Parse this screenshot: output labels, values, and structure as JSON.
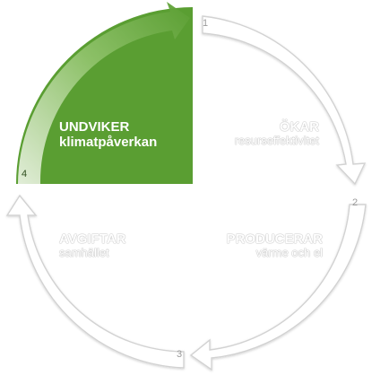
{
  "steps": [
    {
      "number": "1",
      "title": "ÖKAR",
      "subtitle": "resurseffektivitet"
    },
    {
      "number": "2",
      "title": "PRODUCERAR",
      "subtitle": "värme och el"
    },
    {
      "number": "3",
      "title": "AVGIFTAR",
      "subtitle": "samhället"
    },
    {
      "number": "4",
      "title": "UNDVIKER",
      "subtitle": "klimatpåverkan"
    }
  ],
  "highlight_step": 4,
  "colors": {
    "highlight": "#5a9e32",
    "highlight_dark": "#4a8a28",
    "arrow_fill": "#ffffff",
    "arrow_stroke": "#d0d0d0",
    "label_text_dim": "#ffffff",
    "label_text_active": "#ffffff",
    "number_text": "#9a9a9a"
  }
}
